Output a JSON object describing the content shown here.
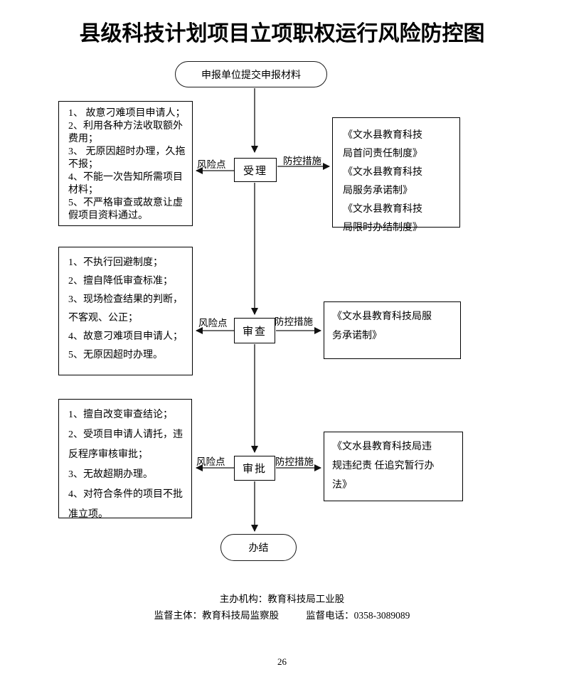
{
  "title": "县级科技计划项目立项职权运行风险防控图",
  "flow": {
    "start_label": "申报单位提交申报材料",
    "end_label": "办结",
    "risk_point_label": "风险点",
    "control_measure_label": "防控措施",
    "stages": [
      {
        "name": "受理",
        "risks": [
          "1、 故意刁难项目申请人；",
          "2、利用各种方法收取额外费用；",
          "3、 无原因超时办理，久拖不报；",
          "4、不能一次告知所需项目材料；",
          "5、不严格审查或故意让虚假项目资料通过。"
        ],
        "controls": [
          "《文水县教育科技局首问责任制度》",
          "《文水县教育科技局服务承诺制》",
          "《文水县教育科技局限时办结制度》"
        ]
      },
      {
        "name": "审查",
        "risks": [
          "1、不执行回避制度；",
          "2、擅自降低审查标准；",
          "3、现场检查结果的判断，不客观、公正；",
          "4、故意刁难项目申请人；",
          "5、无原因超时办理。"
        ],
        "controls": [
          "《文水县教育科技局服务承诺制》"
        ]
      },
      {
        "name": "审批",
        "risks": [
          "1、擅自改变审查结论；",
          "2、受项目申请人请托，违反程序审核审批；",
          "3、无故超期办理。",
          "4、对符合条件的项目不批准立项。"
        ],
        "controls": [
          "《文水县教育科技局违规违纪责 任追究暂行办法》"
        ]
      }
    ]
  },
  "footer": {
    "organizer": "主办机构：教育科技局工业股",
    "supervisor": "监督主体：教育科技局监察股",
    "phone": "监督电话：0358-3089089",
    "page_number": "26"
  }
}
